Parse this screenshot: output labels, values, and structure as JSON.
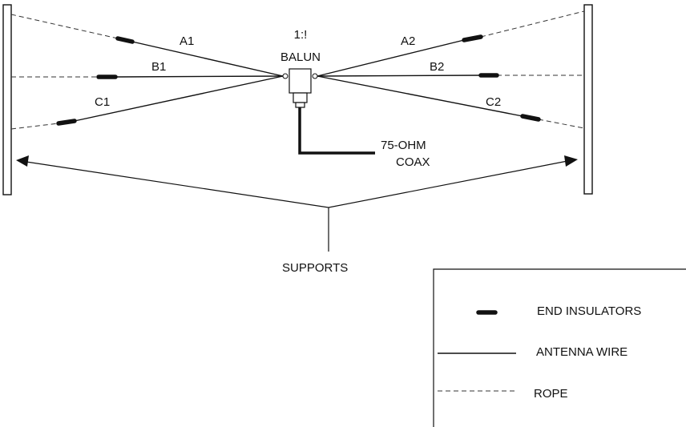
{
  "wire_labels": {
    "a1": "A1",
    "b1": "B1",
    "c1": "C1",
    "a2": "A2",
    "b2": "B2",
    "c2": "C2"
  },
  "balun": {
    "ratio": "1:!",
    "name": "BALUN"
  },
  "coax": {
    "line1": "75-OHM",
    "line2": "COAX"
  },
  "supports_label": "SUPPORTS",
  "legend": {
    "insulators": "END INSULATORS",
    "wire": "ANTENNA WIRE",
    "rope": "ROPE"
  }
}
